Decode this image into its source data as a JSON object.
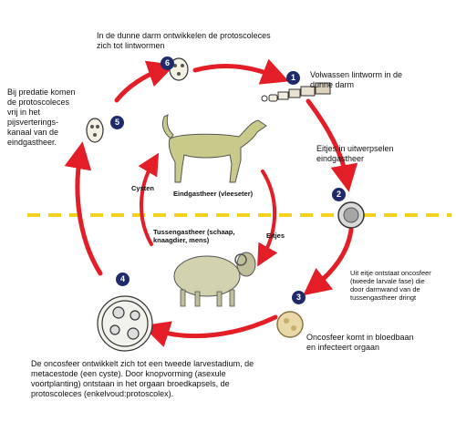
{
  "colors": {
    "arrow": "#e41e26",
    "dashed": "#f2d21a",
    "marker": "#1f2a6b",
    "animal": "#c9c98a"
  },
  "stages": {
    "s1": {
      "num": "1",
      "text": "Volwassen lintworm in de\ndunne darm"
    },
    "s2": {
      "num": "2",
      "text": "Eitjes in uitwerpselen\neindgastheer"
    },
    "s3": {
      "num": "3",
      "text": "Oncosfeer komt in bloedbaan\nen infecteert orgaan"
    },
    "s4": {
      "num": "4",
      "text": "De oncosfeer ontwikkelt zich tot een tweede larvestadium, de\nmetacestode (een cyste). Door knopvorming (asexule\nvoortplanting) ontstaan in het orgaan broedkapsels, de\nprotoscoleces (enkelvoud:protoscolex)."
    },
    "s5": {
      "num": "5",
      "text": "Bij predatie komen\nde protoscoleces\nvrij in het\npijsverterings-\nkanaal van de\neindgastheer."
    },
    "s6": {
      "num": "6",
      "text": "In de dunne darm ontwikkelen de protoscoleces\nzich tot lintwormen"
    }
  },
  "egg_note": "Uit eitje ontstaat oncosfeer\n(tweede larvale fase) die\ndoor darmwand van de\ntussengastheer dringt",
  "hosts": {
    "definitive": "Eindgastheer (vleeseter)",
    "intermediate": "Tussengastheer (schaap,\nknaagdier, mens)"
  },
  "inner_labels": {
    "cysten": "Cysten",
    "eitjes": "Eitjes"
  }
}
